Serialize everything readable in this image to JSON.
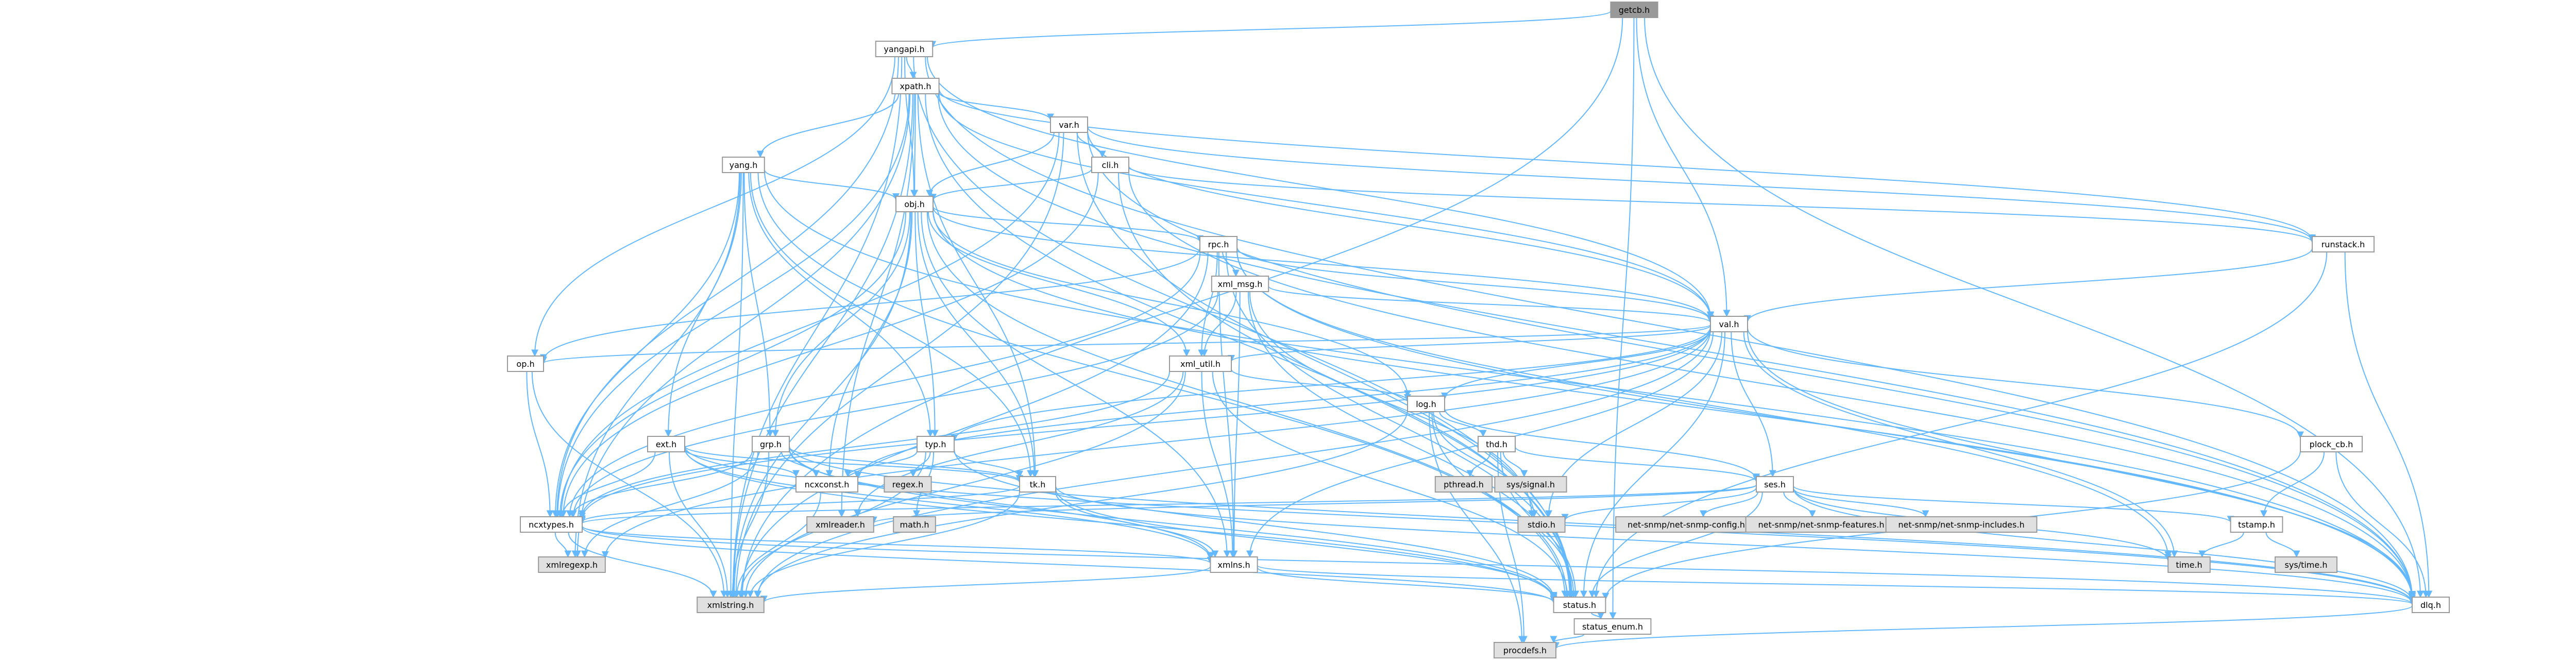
{
  "diagram": {
    "colors": {
      "edge": "#63b8ff",
      "node_fill": "#ffffff",
      "node_stroke": "#999999",
      "system_fill": "#e0e0e0",
      "root_fill": "#999999"
    },
    "nodes": [
      {
        "id": "getcb",
        "label": "getcb.h",
        "kind": "root"
      },
      {
        "id": "yangapi",
        "label": "yangapi.h",
        "kind": "file"
      },
      {
        "id": "xpath",
        "label": "xpath.h",
        "kind": "file"
      },
      {
        "id": "var",
        "label": "var.h",
        "kind": "file"
      },
      {
        "id": "yang",
        "label": "yang.h",
        "kind": "file"
      },
      {
        "id": "cli",
        "label": "cli.h",
        "kind": "file"
      },
      {
        "id": "obj",
        "label": "obj.h",
        "kind": "file"
      },
      {
        "id": "rpc",
        "label": "rpc.h",
        "kind": "file"
      },
      {
        "id": "runstack",
        "label": "runstack.h",
        "kind": "file"
      },
      {
        "id": "xml_msg",
        "label": "xml_msg.h",
        "kind": "file"
      },
      {
        "id": "val",
        "label": "val.h",
        "kind": "file"
      },
      {
        "id": "op",
        "label": "op.h",
        "kind": "file"
      },
      {
        "id": "xml_util",
        "label": "xml_util.h",
        "kind": "file"
      },
      {
        "id": "log",
        "label": "log.h",
        "kind": "file"
      },
      {
        "id": "ext",
        "label": "ext.h",
        "kind": "file"
      },
      {
        "id": "grp",
        "label": "grp.h",
        "kind": "file"
      },
      {
        "id": "typ",
        "label": "typ.h",
        "kind": "file"
      },
      {
        "id": "thd",
        "label": "thd.h",
        "kind": "file"
      },
      {
        "id": "plock_cb",
        "label": "plock_cb.h",
        "kind": "file"
      },
      {
        "id": "regex",
        "label": "regex.h",
        "kind": "system"
      },
      {
        "id": "tk",
        "label": "tk.h",
        "kind": "file"
      },
      {
        "id": "ncxconst",
        "label": "ncxconst.h",
        "kind": "file"
      },
      {
        "id": "pthread",
        "label": "pthread.h",
        "kind": "system"
      },
      {
        "id": "syssignal",
        "label": "sys/signal.h",
        "kind": "system"
      },
      {
        "id": "ses",
        "label": "ses.h",
        "kind": "file"
      },
      {
        "id": "xmlreader",
        "label": "xmlreader.h",
        "kind": "system"
      },
      {
        "id": "math",
        "label": "math.h",
        "kind": "system"
      },
      {
        "id": "ncxtypes",
        "label": "ncxtypes.h",
        "kind": "file"
      },
      {
        "id": "stdio",
        "label": "stdio.h",
        "kind": "system"
      },
      {
        "id": "nsconfig",
        "label": "net-snmp/net-snmp-config.h",
        "kind": "system"
      },
      {
        "id": "nsfeatures",
        "label": "net-snmp/net-snmp-features.h",
        "kind": "system"
      },
      {
        "id": "nsincludes",
        "label": "net-snmp/net-snmp-includes.h",
        "kind": "system"
      },
      {
        "id": "tstamp",
        "label": "tstamp.h",
        "kind": "file"
      },
      {
        "id": "xmlregexp",
        "label": "xmlregexp.h",
        "kind": "system"
      },
      {
        "id": "xmlns",
        "label": "xmlns.h",
        "kind": "file"
      },
      {
        "id": "time",
        "label": "time.h",
        "kind": "system"
      },
      {
        "id": "systime",
        "label": "sys/time.h",
        "kind": "system"
      },
      {
        "id": "xmlstring",
        "label": "xmlstring.h",
        "kind": "system"
      },
      {
        "id": "status",
        "label": "status.h",
        "kind": "file"
      },
      {
        "id": "dlq",
        "label": "dlq.h",
        "kind": "file"
      },
      {
        "id": "status_enum",
        "label": "status_enum.h",
        "kind": "file"
      },
      {
        "id": "procdefs",
        "label": "procdefs.h",
        "kind": "system"
      }
    ],
    "edges": [
      [
        "getcb",
        "yangapi"
      ],
      [
        "getcb",
        "val"
      ],
      [
        "getcb",
        "dlq"
      ],
      [
        "getcb",
        "xmlstring"
      ],
      [
        "getcb",
        "status_enum"
      ],
      [
        "yangapi",
        "xpath"
      ],
      [
        "yangapi",
        "obj"
      ],
      [
        "yangapi",
        "ncxtypes"
      ],
      [
        "yangapi",
        "op"
      ],
      [
        "yangapi",
        "dlq"
      ],
      [
        "yangapi",
        "xmlstring"
      ],
      [
        "yangapi",
        "status"
      ],
      [
        "yangapi",
        "val"
      ],
      [
        "xpath",
        "var"
      ],
      [
        "xpath",
        "yang"
      ],
      [
        "xpath",
        "obj"
      ],
      [
        "xpath",
        "val"
      ],
      [
        "xpath",
        "tk"
      ],
      [
        "xpath",
        "ncxtypes"
      ],
      [
        "xpath",
        "xmlreader"
      ],
      [
        "xpath",
        "xmlregexp"
      ],
      [
        "xpath",
        "dlq"
      ],
      [
        "xpath",
        "xmlstring"
      ],
      [
        "xpath",
        "status"
      ],
      [
        "xpath",
        "runstack"
      ],
      [
        "var",
        "cli"
      ],
      [
        "var",
        "obj"
      ],
      [
        "var",
        "val"
      ],
      [
        "var",
        "runstack"
      ],
      [
        "var",
        "ncxtypes"
      ],
      [
        "var",
        "dlq"
      ],
      [
        "var",
        "xmlstring"
      ],
      [
        "var",
        "status"
      ],
      [
        "yang",
        "obj"
      ],
      [
        "yang",
        "ext"
      ],
      [
        "yang",
        "grp"
      ],
      [
        "yang",
        "typ"
      ],
      [
        "yang",
        "tk"
      ],
      [
        "yang",
        "ncxtypes"
      ],
      [
        "yang",
        "dlq"
      ],
      [
        "yang",
        "xmlstring"
      ],
      [
        "yang",
        "status"
      ],
      [
        "yang",
        "xmlregexp"
      ],
      [
        "cli",
        "obj"
      ],
      [
        "cli",
        "runstack"
      ],
      [
        "cli",
        "ncxtypes"
      ],
      [
        "cli",
        "dlq"
      ],
      [
        "cli",
        "status"
      ],
      [
        "obj",
        "rpc"
      ],
      [
        "obj",
        "val"
      ],
      [
        "obj",
        "xml_util"
      ],
      [
        "obj",
        "grp"
      ],
      [
        "obj",
        "typ"
      ],
      [
        "obj",
        "tk"
      ],
      [
        "obj",
        "ncxconst"
      ],
      [
        "obj",
        "ncxtypes"
      ],
      [
        "obj",
        "xmlns"
      ],
      [
        "obj",
        "xmlstring"
      ],
      [
        "obj",
        "status"
      ],
      [
        "obj",
        "dlq"
      ],
      [
        "obj",
        "log"
      ],
      [
        "rpc",
        "xml_msg"
      ],
      [
        "rpc",
        "val"
      ],
      [
        "rpc",
        "xml_util"
      ],
      [
        "rpc",
        "op"
      ],
      [
        "rpc",
        "ncxtypes"
      ],
      [
        "rpc",
        "xmlns"
      ],
      [
        "rpc",
        "status"
      ],
      [
        "rpc",
        "dlq"
      ],
      [
        "rpc",
        "time"
      ],
      [
        "rpc",
        "xmlstring"
      ],
      [
        "runstack",
        "val"
      ],
      [
        "runstack",
        "status"
      ],
      [
        "runstack",
        "dlq"
      ],
      [
        "xml_msg",
        "val"
      ],
      [
        "xml_msg",
        "xml_util"
      ],
      [
        "xml_msg",
        "ncxtypes"
      ],
      [
        "xml_msg",
        "xmlns"
      ],
      [
        "xml_msg",
        "status"
      ],
      [
        "xml_msg",
        "stdio"
      ],
      [
        "val",
        "op"
      ],
      [
        "val",
        "xml_util"
      ],
      [
        "val",
        "log"
      ],
      [
        "val",
        "typ"
      ],
      [
        "val",
        "ses"
      ],
      [
        "val",
        "plock_cb"
      ],
      [
        "val",
        "ncxtypes"
      ],
      [
        "val",
        "dlq"
      ],
      [
        "val",
        "status"
      ],
      [
        "val",
        "xmlns"
      ],
      [
        "val",
        "xmlstring"
      ],
      [
        "val",
        "xmlregexp"
      ],
      [
        "val",
        "ncxconst"
      ],
      [
        "val",
        "time"
      ],
      [
        "val",
        "stdio"
      ],
      [
        "op",
        "ncxtypes"
      ],
      [
        "op",
        "xmlstring"
      ],
      [
        "xml_util",
        "log"
      ],
      [
        "xml_util",
        "ncxtypes"
      ],
      [
        "xml_util",
        "xmlns"
      ],
      [
        "xml_util",
        "xmlreader"
      ],
      [
        "xml_util",
        "status"
      ],
      [
        "xml_util",
        "xmlstring"
      ],
      [
        "log",
        "thd"
      ],
      [
        "log",
        "ses"
      ],
      [
        "log",
        "status"
      ],
      [
        "log",
        "stdio"
      ],
      [
        "log",
        "xmlstring"
      ],
      [
        "log",
        "procdefs"
      ],
      [
        "ext",
        "tk"
      ],
      [
        "ext",
        "ncxconst"
      ],
      [
        "ext",
        "ncxtypes"
      ],
      [
        "ext",
        "dlq"
      ],
      [
        "ext",
        "xmlstring"
      ],
      [
        "ext",
        "status"
      ],
      [
        "ext",
        "xmlns"
      ],
      [
        "grp",
        "tk"
      ],
      [
        "grp",
        "ncxconst"
      ],
      [
        "grp",
        "ncxtypes"
      ],
      [
        "grp",
        "xmlregexp"
      ],
      [
        "grp",
        "xmlstring"
      ],
      [
        "grp",
        "status"
      ],
      [
        "grp",
        "xmlns"
      ],
      [
        "grp",
        "dlq"
      ],
      [
        "typ",
        "regex"
      ],
      [
        "typ",
        "tk"
      ],
      [
        "typ",
        "ncxconst"
      ],
      [
        "typ",
        "math"
      ],
      [
        "typ",
        "xmlstring"
      ],
      [
        "typ",
        "status"
      ],
      [
        "thd",
        "pthread"
      ],
      [
        "thd",
        "syssignal"
      ],
      [
        "thd",
        "ses"
      ],
      [
        "thd",
        "status"
      ],
      [
        "thd",
        "procdefs"
      ],
      [
        "plock_cb",
        "tstamp"
      ],
      [
        "plock_cb",
        "dlq"
      ],
      [
        "plock_cb",
        "status"
      ],
      [
        "tk",
        "ncxtypes"
      ],
      [
        "tk",
        "xmlns"
      ],
      [
        "tk",
        "status"
      ],
      [
        "tk",
        "xmlstring"
      ],
      [
        "tk",
        "dlq"
      ],
      [
        "ncxconst",
        "xmlstring"
      ],
      [
        "ses",
        "ncxtypes"
      ],
      [
        "ses",
        "nsconfig"
      ],
      [
        "ses",
        "nsfeatures"
      ],
      [
        "ses",
        "nsincludes"
      ],
      [
        "ses",
        "tstamp"
      ],
      [
        "ses",
        "stdio"
      ],
      [
        "ses",
        "time"
      ],
      [
        "ses",
        "xmlreader"
      ],
      [
        "ses",
        "status"
      ],
      [
        "ses",
        "dlq"
      ],
      [
        "ncxtypes",
        "xmlregexp"
      ],
      [
        "ncxtypes",
        "xmlstring"
      ],
      [
        "ncxtypes",
        "xmlns"
      ],
      [
        "ncxtypes",
        "status"
      ],
      [
        "ncxtypes",
        "dlq"
      ],
      [
        "tstamp",
        "time"
      ],
      [
        "tstamp",
        "systime"
      ],
      [
        "xmlns",
        "xmlstring"
      ],
      [
        "xmlns",
        "status"
      ],
      [
        "xmlns",
        "dlq"
      ],
      [
        "status",
        "status_enum"
      ],
      [
        "dlq",
        "procdefs"
      ],
      [
        "status_enum",
        "procdefs"
      ]
    ]
  }
}
